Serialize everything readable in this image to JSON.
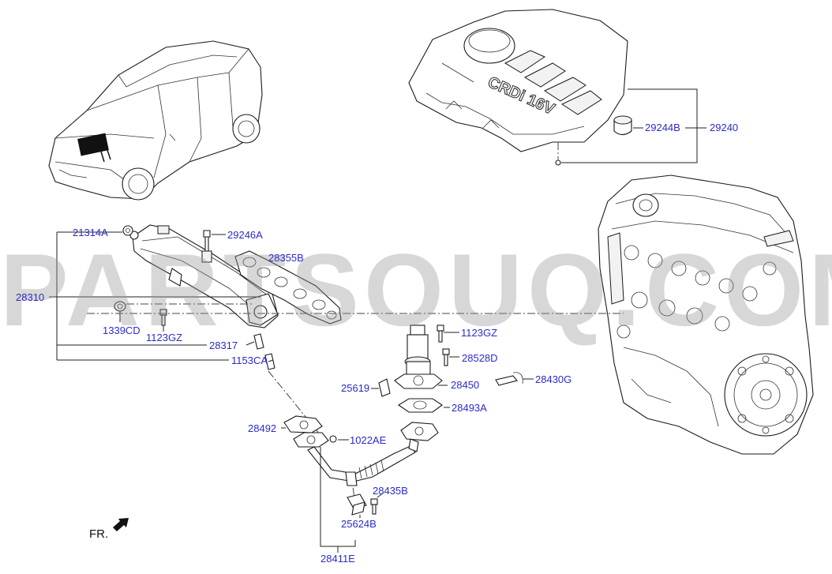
{
  "labels": {
    "p29240": "29240",
    "p29244B": "29244B",
    "p21314A": "21314A",
    "p29246A": "29246A",
    "p28355B": "28355B",
    "p28310": "28310",
    "p1339CD": "1339CD",
    "p1123GZ_left": "1123GZ",
    "p28317": "28317",
    "p1153CA": "1153CA",
    "p1123GZ_mid": "1123GZ",
    "p28528D": "28528D",
    "p28430G": "28430G",
    "p25619": "25619",
    "p28450": "28450",
    "p28493A": "28493A",
    "p28492": "28492",
    "p1022AE": "1022AE",
    "p28435B": "28435B",
    "p25624B": "25624B",
    "p28411E": "28411E"
  },
  "engine_cover_text": "CRDi 16V",
  "front_marker": "FR.",
  "watermark": "partsouq.com",
  "colors": {
    "label": "#2b2bc8",
    "lines": "#222222",
    "watermark": "#969696"
  }
}
